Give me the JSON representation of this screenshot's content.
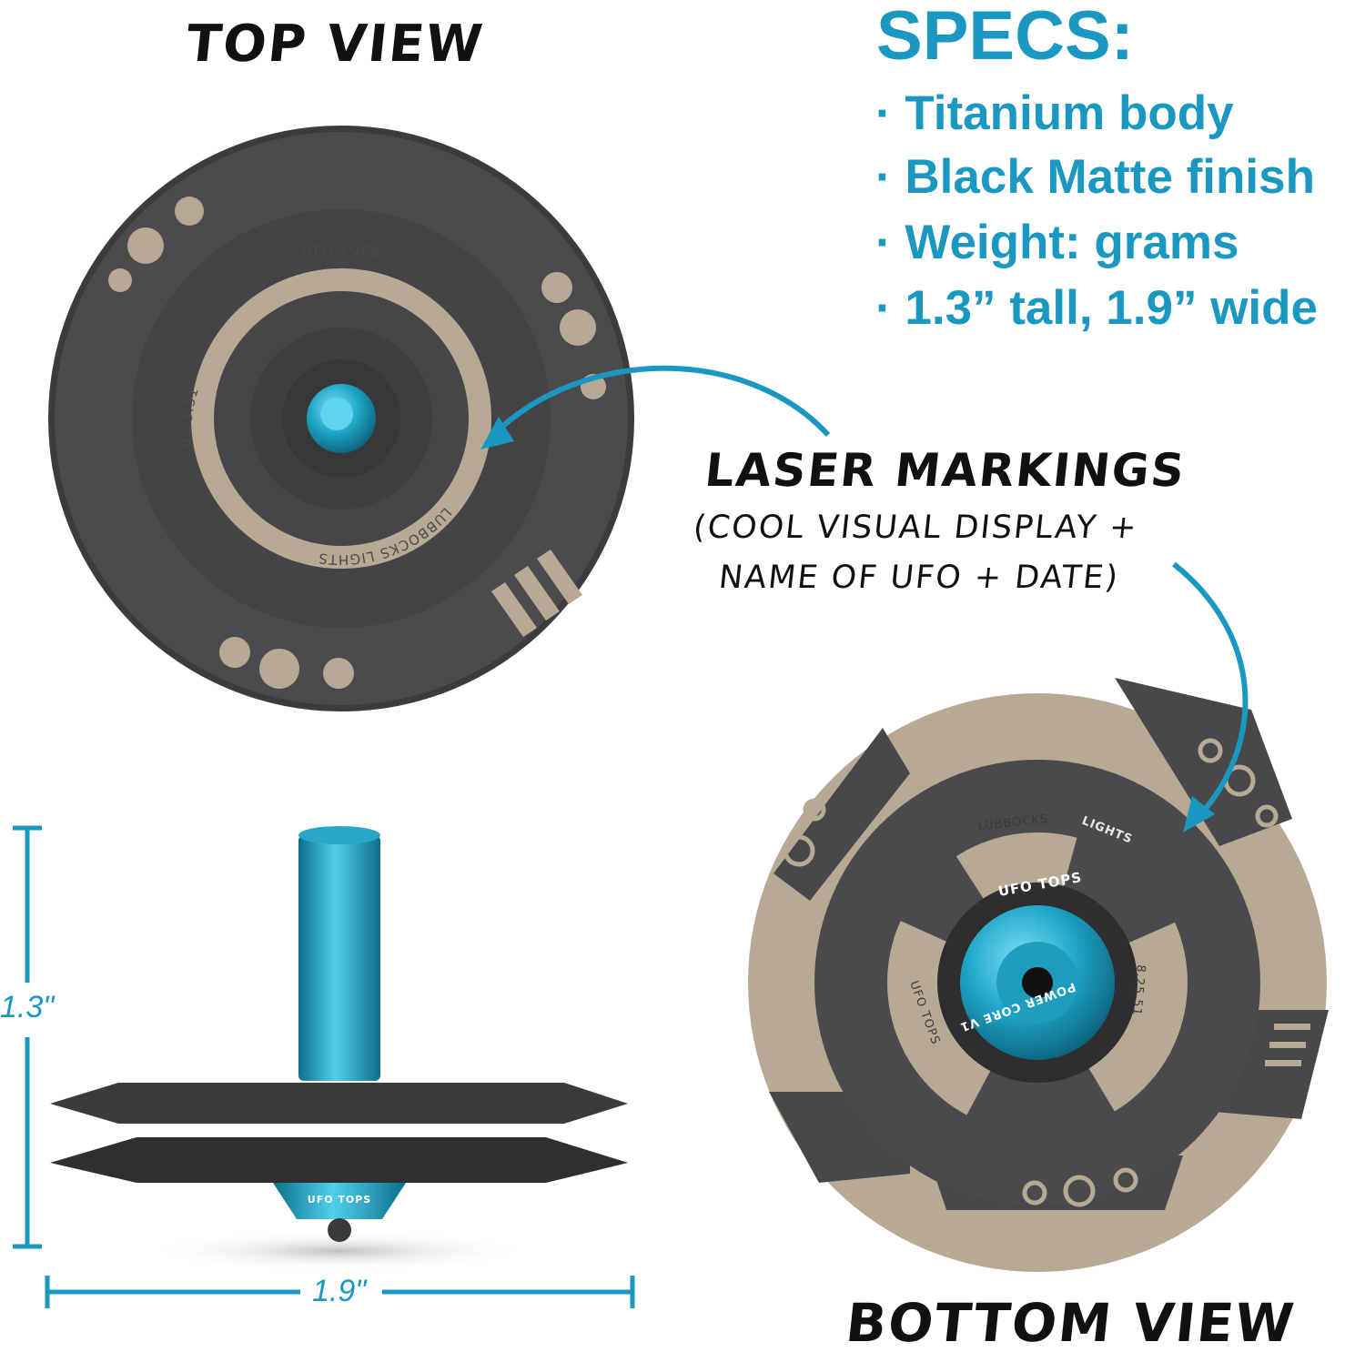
{
  "labels": {
    "top_view": "TOP VIEW",
    "bottom_view": "BOTTOM VIEW",
    "laser_title": "LASER MARKINGS",
    "laser_line1": "(COOL VISUAL DISPLAY +",
    "laser_line2": "NAME OF UFO + DATE)"
  },
  "specs": {
    "title": "SPECS:",
    "items": [
      "· Titanium body",
      "· Black Matte finish",
      "· Weight: grams",
      "· 1.3” tall, 1.9” wide"
    ]
  },
  "dimensions": {
    "height": "1.3\"",
    "width": "1.9\""
  },
  "engravings": {
    "brand": "UFO TOPS",
    "name": "LUBBOCKS LIGHTS",
    "name_a": "LUBBOCKS",
    "name_b": "LIGHTS",
    "date": "8.25.51",
    "core": "POWER CORE V1"
  },
  "colors": {
    "accent": "#1b98c1",
    "body": "#48484b",
    "engrave": "#b8a994",
    "tip": "#2aa6c6"
  }
}
